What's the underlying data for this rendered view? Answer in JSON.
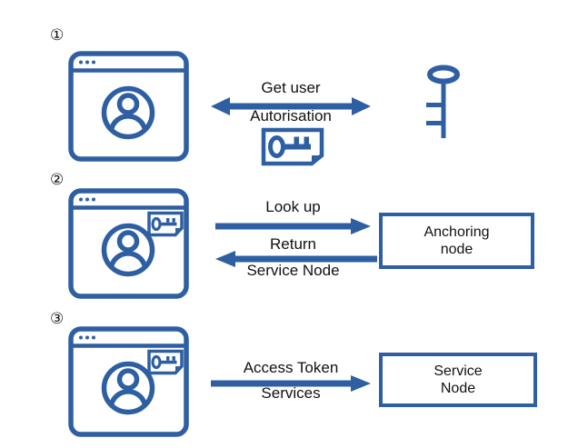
{
  "colors": {
    "blue": "#2e5fa3",
    "text": "#111111",
    "bg": "#ffffff"
  },
  "icons": {
    "step1_client": "browser-window-user-icon",
    "step1_token": "key-document-icon",
    "step1_target": "key-icon",
    "step23_client": "browser-window-user-key-badge-icon"
  },
  "steps": [
    {
      "badge": "①",
      "messages": [
        {
          "line1": "Get user",
          "line2": "Autorisation",
          "direction": "bidirectional"
        }
      ]
    },
    {
      "badge": "②",
      "messages": [
        {
          "line1": "Look up",
          "line2": "",
          "direction": "right"
        },
        {
          "line1": "Return",
          "line2": "Service Node",
          "direction": "left"
        }
      ],
      "target": {
        "line1": "Anchoring",
        "line2": "node"
      }
    },
    {
      "badge": "③",
      "messages": [
        {
          "line1": "Access Token",
          "line2": "Services",
          "direction": "right"
        }
      ],
      "target": {
        "line1": "Service",
        "line2": "Node"
      }
    }
  ]
}
